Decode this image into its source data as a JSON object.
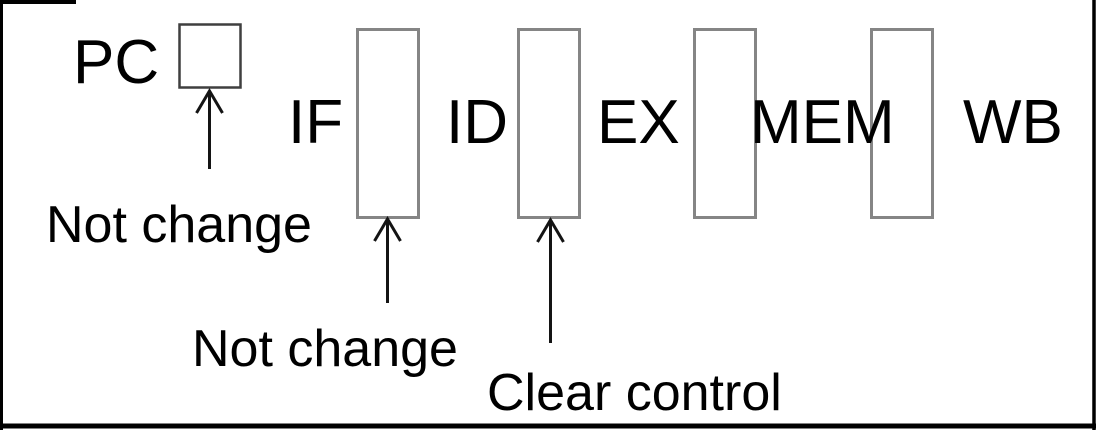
{
  "colors": {
    "frame": "#000000",
    "pc_box_border": "#3f3f3f",
    "register_border": "#858585",
    "arrow": "#141414",
    "text": "#000000",
    "background": "#ffffff"
  },
  "diagram": {
    "pc": {
      "label": "PC"
    },
    "stages": [
      {
        "label": "IF"
      },
      {
        "label": "ID"
      },
      {
        "label": "EX"
      },
      {
        "label": "MEM"
      },
      {
        "label": "WB"
      }
    ],
    "annotations": [
      {
        "label": "Not change",
        "target": "pc-box"
      },
      {
        "label": "Not change",
        "target": "if-id-register"
      },
      {
        "label": "Clear control",
        "target": "id-ex-register"
      }
    ]
  }
}
